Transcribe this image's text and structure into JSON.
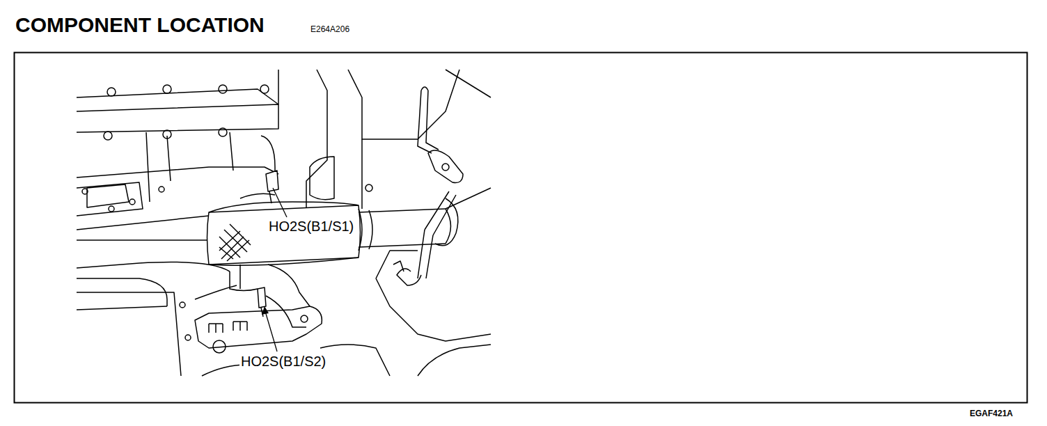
{
  "diagram": {
    "title": "COMPONENT LOCATION",
    "labels": [
      "E264A206",
      "HO2S(B1/S1)",
      "HO2S(B1/S2)",
      "EGAF421A"
    ]
  }
}
